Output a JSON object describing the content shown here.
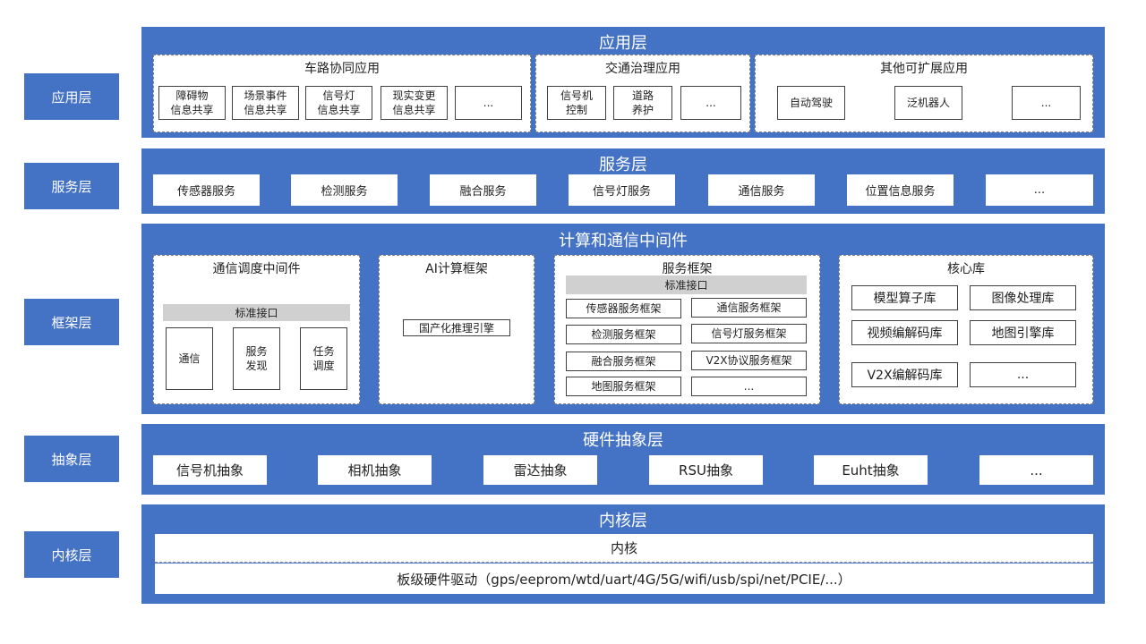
{
  "side_labels": [
    "应用层",
    "服务层",
    "框架层",
    "抽象层",
    "内核层"
  ],
  "app": {
    "title": "应用层",
    "road": {
      "title": "车路协同应用",
      "items": [
        "障碍物\n信息共享",
        "场景事件\n信息共享",
        "信号灯\n信息共享",
        "现实变更\n信息共享",
        "..."
      ]
    },
    "traffic": {
      "title": "交通治理应用",
      "items": [
        "信号机\n控制",
        "道路\n养护",
        "..."
      ]
    },
    "other": {
      "title": "其他可扩展应用",
      "items": [
        "自动驾驶",
        "泛机器人",
        "..."
      ]
    }
  },
  "service": {
    "title": "服务层",
    "items": [
      "传感器服务",
      "检测服务",
      "融合服务",
      "信号灯服务",
      "通信服务",
      "位置信息服务",
      "..."
    ]
  },
  "framework": {
    "title": "计算和通信中间件",
    "comm": {
      "title": "通信调度中间件",
      "std": "标准接口",
      "items": [
        "通信",
        "服务\n发现",
        "任务\n调度"
      ]
    },
    "ai": {
      "title": "AI计算框架",
      "item": "国产化推理引擎"
    },
    "svc": {
      "title": "服务框架",
      "std": "标准接口",
      "items": [
        "传感器服务框架",
        "通信服务框架",
        "检测服务框架",
        "信号灯服务框架",
        "融合服务框架",
        "V2X协议服务框架",
        "地图服务框架",
        "..."
      ]
    },
    "core": {
      "title": "核心库",
      "items": [
        "模型算子库",
        "图像处理库",
        "视频编解码库",
        "地图引擎库",
        "V2X编解码库",
        "..."
      ]
    }
  },
  "hal": {
    "title": "硬件抽象层",
    "items": [
      "信号机抽象",
      "相机抽象",
      "雷达抽象",
      "RSU抽象",
      "Euht抽象",
      "..."
    ]
  },
  "kernel": {
    "title": "内核层",
    "kernel": "内核",
    "drivers": "板级硬件驱动（gps/eeprom/wtd/uart/4G/5G/wifi/usb/spi/net/PCIE/...）"
  }
}
